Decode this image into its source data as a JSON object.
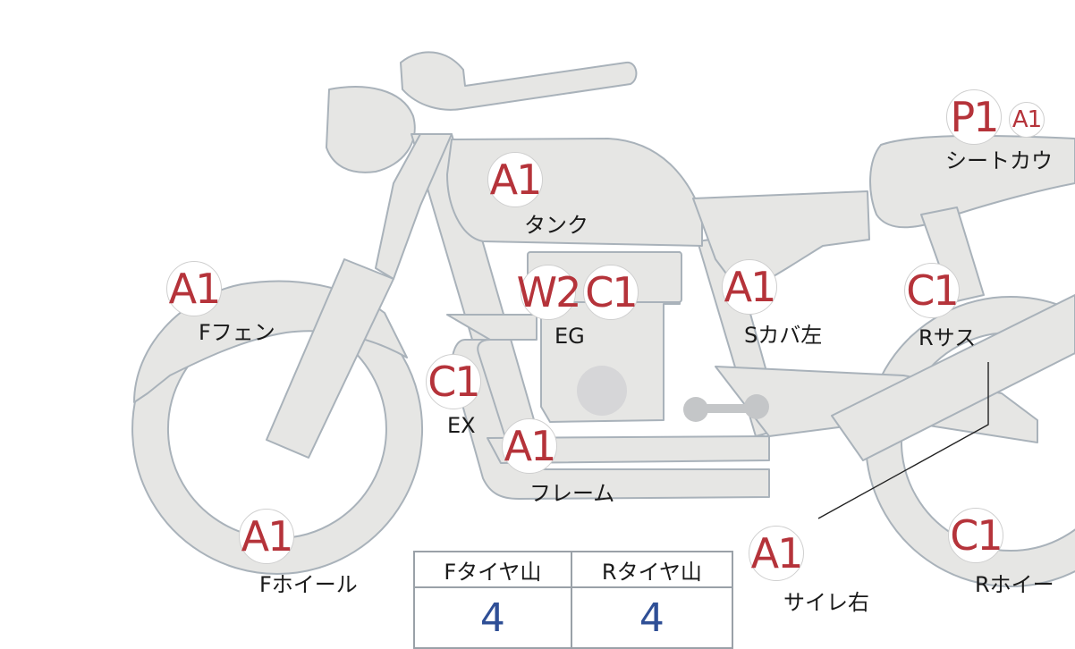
{
  "colors": {
    "body": "#e6e6e4",
    "outline": "#a9b2ba",
    "badge_text": "#b5333a",
    "value_text": "#2f4f96"
  },
  "parts": [
    {
      "id": "tank",
      "grade": "A1",
      "label": "タンク"
    },
    {
      "id": "f-fender",
      "grade": "A1",
      "label": "Fフェン"
    },
    {
      "id": "engine",
      "grades": [
        "W2",
        "C1"
      ],
      "label": "EG"
    },
    {
      "id": "s-cover-left",
      "grade": "A1",
      "label": "Sカバ左"
    },
    {
      "id": "seat-cowl",
      "grades": [
        "P1",
        "A1"
      ],
      "label": "シートカウ"
    },
    {
      "id": "r-suspension",
      "grade": "C1",
      "label": "Rサス"
    },
    {
      "id": "exhaust",
      "grade": "C1",
      "label": "EX"
    },
    {
      "id": "frame",
      "grade": "A1",
      "label": "フレーム"
    },
    {
      "id": "f-wheel",
      "grade": "A1",
      "label": "Fホイール"
    },
    {
      "id": "silencer-right",
      "grade": "A1",
      "label": "サイレ右"
    },
    {
      "id": "r-wheel",
      "grade": "C1",
      "label": "Rホイー"
    }
  ],
  "tire_table": {
    "headers": [
      "Fタイヤ山",
      "Rタイヤ山"
    ],
    "values": [
      "4",
      "4"
    ]
  }
}
